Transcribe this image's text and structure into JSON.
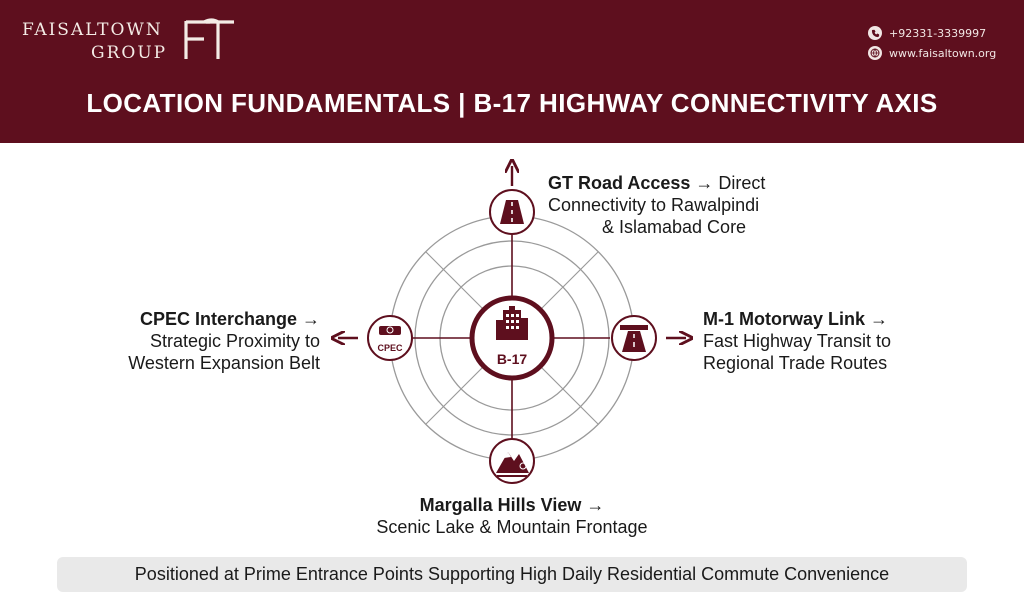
{
  "header": {
    "brand_line1": "FAISALTOWN",
    "brand_line2": "GROUP",
    "phone": "+92331-3339997",
    "website": "www.faisaltown.org",
    "title": "LOCATION FUNDAMENTALS | B-17 HIGHWAY CONNECTIVITY AXIS"
  },
  "diagram": {
    "center_label": "B-17",
    "top": {
      "title": "GT Road Access →",
      "line1": "Direct",
      "line2": "Connectivity to Rawalpindi",
      "line3": "& Islamabad Core",
      "icon": "road-icon"
    },
    "left": {
      "title": "CPEC Interchange →",
      "line1": "Strategic Proximity to",
      "line2": "Western Expansion Belt",
      "icon_label": "CPEC",
      "icon": "cpec-icon"
    },
    "right": {
      "title": "M-1 Motorway Link →",
      "line1": "Fast Highway Transit to",
      "line2": "Regional Trade Routes",
      "icon": "motorway-icon"
    },
    "bottom": {
      "title": "Margalla Hills View →",
      "line1": "Scenic Lake & Mountain Frontage",
      "icon": "mountain-icon"
    }
  },
  "footer": {
    "text": "Positioned at Prime Entrance Points Supporting High Daily Residential Commute Convenience"
  },
  "colors": {
    "brand": "#5e0f1e",
    "accent": "#6b1626",
    "ring": "#9a9a9a"
  }
}
